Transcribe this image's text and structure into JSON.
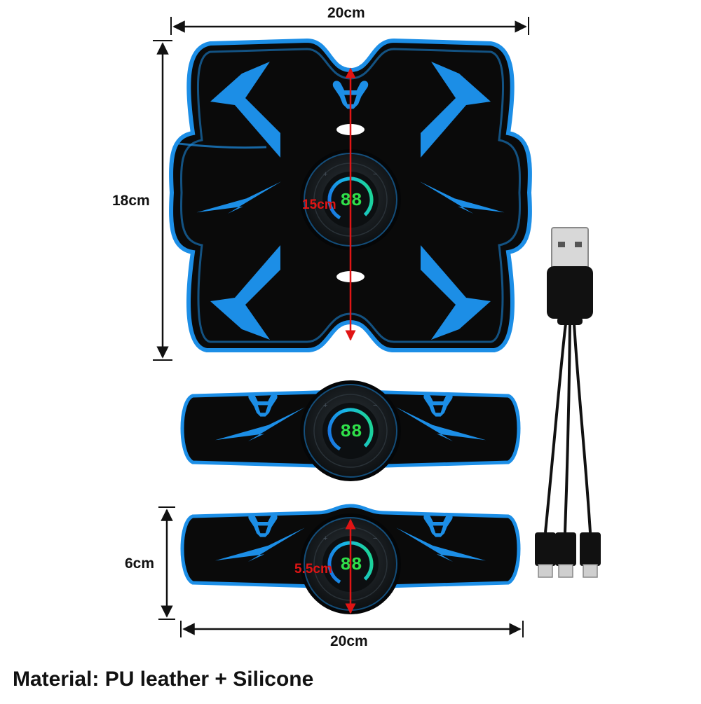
{
  "dimensions": {
    "large_width": "20cm",
    "large_height": "18cm",
    "large_inner": "15cm",
    "strip_height": "6cm",
    "strip_inner": "5.5cm",
    "strip_width": "20cm"
  },
  "displays": [
    "88",
    "88",
    "88"
  ],
  "material": "Material: PU leather + Silicone",
  "colors": {
    "pad_black": "#0a0a0a",
    "pad_blue": "#1c8ee6",
    "arrow_red": "#e01414",
    "display_green": "#2fe04a"
  },
  "icons": [
    "muscle-icon",
    "lightning-icon",
    "usb-cable-icon"
  ]
}
